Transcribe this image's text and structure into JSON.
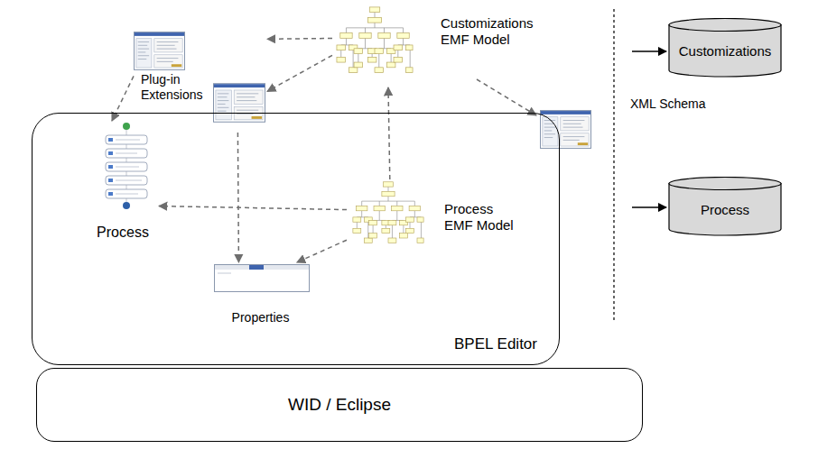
{
  "diagram": {
    "nodes": [
      {
        "text": [
          "WID / Eclipse"
        ]
      },
      {
        "text": [
          "BPEL Editor"
        ]
      },
      {
        "text": [
          "Process"
        ],
        "in": 1
      },
      {
        "text": [
          "Properties"
        ],
        "in": 1
      },
      {
        "text": [
          "Process EMF Model"
        ],
        "in": 1
      },
      {
        "text": [
          "Customizations EMF Model"
        ]
      },
      {
        "text": [
          "Plug-in Extensions"
        ]
      },
      {
        "text": [
          "Customizations"
        ]
      },
      {
        "text": [
          "Process"
        ]
      }
    ],
    "edges": [
      {
        "from": 5,
        "to": 6,
        "arrow": "to"
      },
      {
        "from": 5,
        "to": 6,
        "arrow": "to"
      },
      {
        "from": 6,
        "to": 2,
        "arrow": "to"
      },
      {
        "from": 6,
        "to": 3,
        "arrow": "to"
      },
      {
        "from": 4,
        "to": 5,
        "arrow": "to"
      },
      {
        "from": 4,
        "to": 2,
        "arrow": "to"
      },
      {
        "from": 4,
        "to": 3,
        "arrow": "to"
      }
    ],
    "labels": [
      "XML Schema"
    ]
  }
}
